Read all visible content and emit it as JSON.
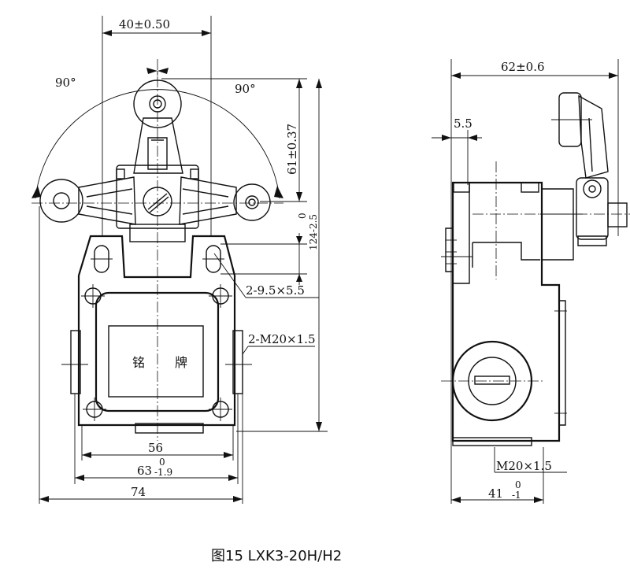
{
  "dimensions": {
    "top_width": "40±0.50",
    "angle_left": "90°",
    "angle_right": "90°",
    "arm_height": "61±0.37",
    "overall_height_tol": "0",
    "overall_height": "124-2.5",
    "slot_holes": "2-9.5×5.5",
    "thread_holes": "2-M20×1.5",
    "base_56": "56",
    "base_63": "63",
    "base_63_tol_top": "0",
    "base_63_tol_bottom": "-1.9",
    "base_74": "74",
    "side_width": "62±0.6",
    "side_offset": "5.5",
    "side_thread": "M20×1.5",
    "side_depth": "41",
    "side_depth_tol_top": "0",
    "side_depth_tol_bottom": "-1"
  },
  "nameplate": {
    "char1": "铭",
    "char2": "牌"
  },
  "caption": "图15  LXK3-20H/H2"
}
